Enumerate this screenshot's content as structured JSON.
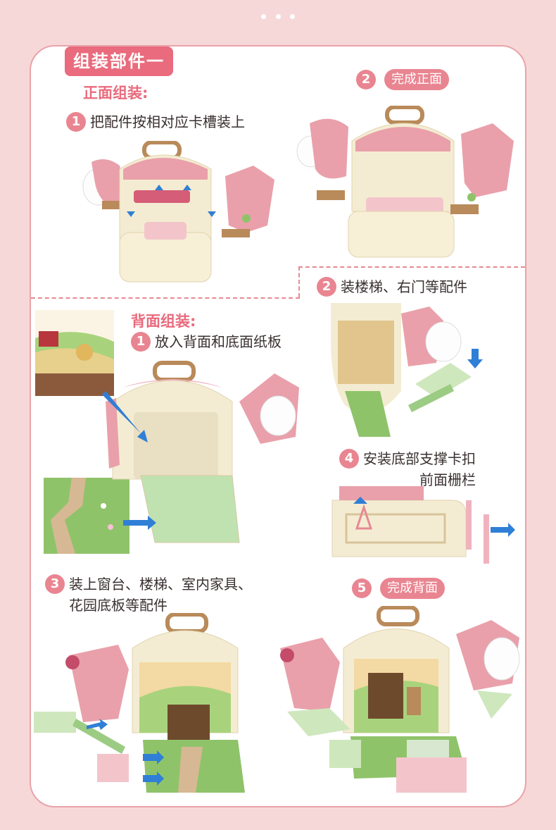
{
  "header": {
    "main_title": "组装部件一",
    "front_section": "正面组装:",
    "back_section": "背面组装:"
  },
  "front_steps": [
    {
      "number": "1",
      "text": "把配件按相对应卡槽装上"
    },
    {
      "number": "2",
      "text": "完成正面"
    }
  ],
  "back_steps": [
    {
      "number": "1",
      "text": "放入背面和底面纸板"
    },
    {
      "number": "2",
      "text": "装楼梯、右门等配件"
    },
    {
      "number": "3",
      "line1": "装上窗台、楼梯、室内家具、",
      "line2": "花园底板等配件"
    },
    {
      "number": "4",
      "line1": "安装底部支撑卡扣",
      "line2": "前面栅栏"
    },
    {
      "number": "5",
      "text": "完成背面"
    }
  ],
  "colors": {
    "page_bg": "#f7d8d8",
    "accent": "#e96b7d",
    "pink": "#e9a0aa",
    "cream": "#f4ecd2",
    "arrow": "#2f7fd6",
    "grass": "#8fc36a"
  }
}
